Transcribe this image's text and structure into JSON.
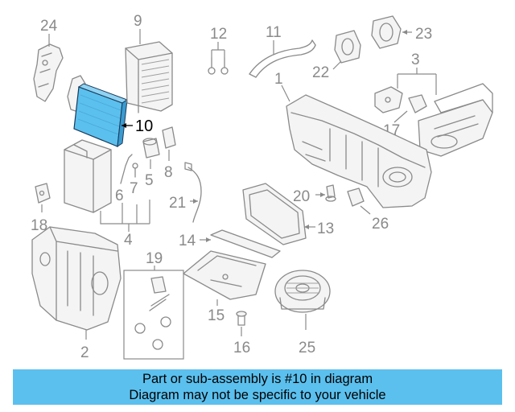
{
  "diagram": {
    "callouts": {
      "c1": "1",
      "c2": "2",
      "c3": "3",
      "c4": "4",
      "c5": "5",
      "c6": "6",
      "c7": "7",
      "c8": "8",
      "c9": "9",
      "c10": "10",
      "c11": "11",
      "c12": "12",
      "c13": "13",
      "c14": "14",
      "c15": "15",
      "c16": "16",
      "c17": "17",
      "c18": "18",
      "c19": "19",
      "c20": "20",
      "c21": "21",
      "c22": "22",
      "c23": "23",
      "c24": "24",
      "c25": "25",
      "c26": "26"
    },
    "highlight_color": "#5bc0ee",
    "highlighted_part": "10"
  },
  "caption": {
    "line1": "Part or sub-assembly is #10 in diagram",
    "line2": "Diagram may not be specific to your vehicle",
    "background": "#5bc0ee"
  }
}
